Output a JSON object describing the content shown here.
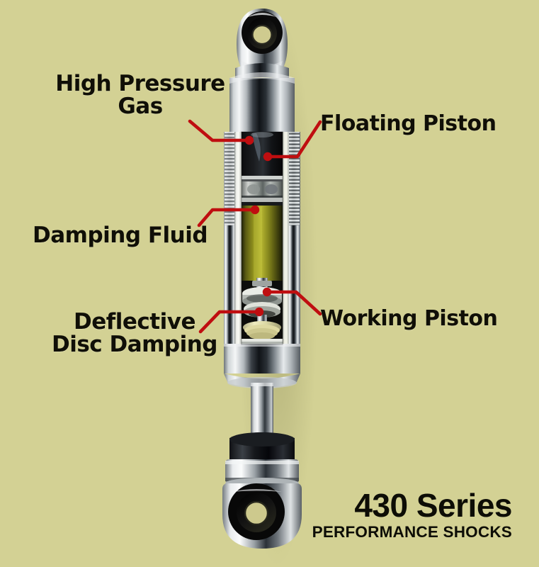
{
  "diagram": {
    "title": "430 Series Performance Shocks cutaway",
    "background_color": "#d3d194",
    "leader_color": "#bf0e10",
    "text_color": "#100f07"
  },
  "callouts": [
    {
      "id": "high-pressure-gas",
      "label": "High Pressure\nGas"
    },
    {
      "id": "floating-piston",
      "label": "Floating Piston"
    },
    {
      "id": "damping-fluid",
      "label": "Damping Fluid"
    },
    {
      "id": "working-piston",
      "label": "Working Piston"
    },
    {
      "id": "deflective-disc-damping",
      "label": "Deflective\nDisc Damping"
    }
  ],
  "branding": {
    "model": "430 Series",
    "tagline": "PERFORMANCE SHOCKS"
  },
  "colors": {
    "background": "#d3d194",
    "leader_red": "#bf0e10",
    "chrome_light": "#f2f3f4",
    "chrome_mid": "#9aa0a4",
    "chrome_dark": "#14161a",
    "gas_chamber": "#0a0a0a",
    "damping_fluid": "#9c9c24",
    "damping_fluid_dark": "#43430f",
    "piston_gray": "#b9bcbb",
    "disc_cream": "#e8e5b6"
  }
}
